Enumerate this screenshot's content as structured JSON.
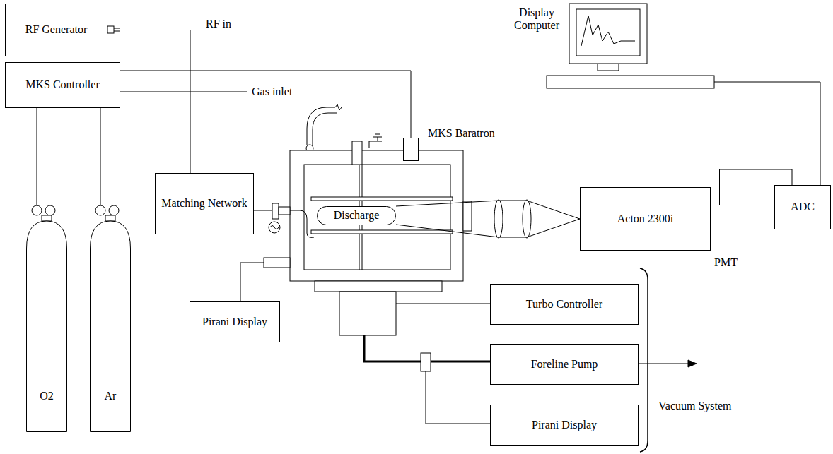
{
  "diagram": {
    "nodes": [
      {
        "text": [
          "RF Generator"
        ]
      },
      {
        "text": [
          "MKS Controller"
        ]
      },
      {
        "text": [
          "Display Computer"
        ]
      },
      {
        "text": [
          "MKS Baratron"
        ]
      },
      {
        "text": [
          "Matching Network"
        ]
      },
      {
        "text": [
          "Discharge"
        ]
      },
      {
        "text": [
          "Acton 2300i"
        ]
      },
      {
        "text": [
          "PMT"
        ]
      },
      {
        "text": [
          "ADC"
        ]
      },
      {
        "text": [
          "Pirani Display"
        ]
      },
      {
        "text": [
          "Turbo Controller"
        ]
      },
      {
        "text": [
          "Foreline Pump"
        ]
      },
      {
        "text": [
          "Pirani Display"
        ]
      },
      {
        "text": [
          "O2"
        ]
      },
      {
        "text": [
          "Ar"
        ]
      }
    ],
    "edges": [
      {
        "from": 0,
        "to": 4,
        "arrow": "none"
      },
      {
        "from": 1,
        "to": 3,
        "arrow": "none"
      },
      {
        "from": 1,
        "to": 13,
        "arrow": "none"
      },
      {
        "from": 1,
        "to": 14,
        "arrow": "none"
      },
      {
        "from": 7,
        "to": 8,
        "arrow": "none"
      },
      {
        "from": 8,
        "to": 2,
        "arrow": "none"
      }
    ],
    "labels": [
      "RF in",
      "Gas inlet",
      "Vacuum System"
    ]
  }
}
